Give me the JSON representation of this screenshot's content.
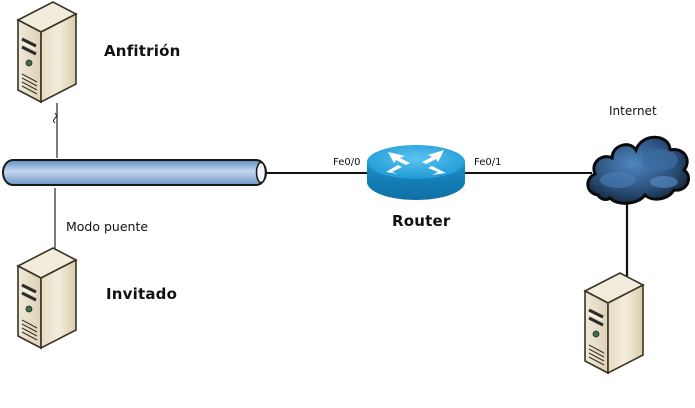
{
  "diagram": {
    "type": "network-topology",
    "nodes": {
      "host": {
        "label": "Anfitrión",
        "icon": "server-tower-icon"
      },
      "guest": {
        "label": "Invitado",
        "icon": "server-tower-icon"
      },
      "router": {
        "label": "Router",
        "icon": "router-icon"
      },
      "internet": {
        "label": "Internet",
        "icon": "cloud-icon"
      },
      "remote_server": {
        "label": "",
        "icon": "server-tower-icon"
      }
    },
    "bus": {
      "label": "Modo puente",
      "icon": "ethernet-bus-pipe"
    },
    "interfaces": {
      "left": "Fe0/0",
      "right": "Fe0/1"
    },
    "links": [
      {
        "from": "host",
        "to": "bus"
      },
      {
        "from": "guest",
        "to": "bus",
        "label": "Modo puente"
      },
      {
        "from": "bus",
        "to": "router",
        "interface": "Fe0/0"
      },
      {
        "from": "router",
        "to": "internet",
        "interface": "Fe0/1"
      },
      {
        "from": "internet",
        "to": "remote_server"
      }
    ],
    "colors": {
      "bus": "#8fb3d9",
      "router": "#1f9ad6",
      "cloud": "#2a4a6e",
      "server": "#e9e1cc",
      "link": "#111111"
    }
  }
}
